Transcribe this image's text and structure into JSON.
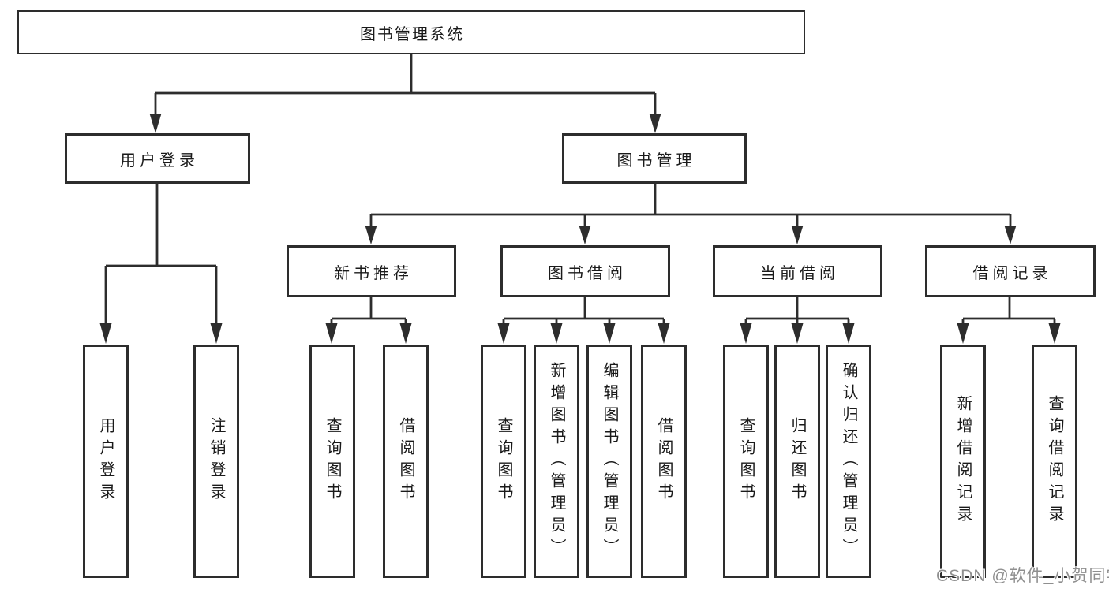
{
  "diagram": {
    "root": {
      "label": "图书管理系统"
    },
    "level2": [
      {
        "label": "用户登录",
        "parent": "图书管理系统"
      },
      {
        "label": "图书管理",
        "parent": "图书管理系统"
      }
    ],
    "level3": [
      {
        "label": "新书推荐",
        "parent": "图书管理"
      },
      {
        "label": "图书借阅",
        "parent": "图书管理"
      },
      {
        "label": "当前借阅",
        "parent": "图书管理"
      },
      {
        "label": "借阅记录",
        "parent": "图书管理"
      }
    ],
    "leaves": [
      {
        "label": "用户登录",
        "parent": "用户登录"
      },
      {
        "label": "注销登录",
        "parent": "用户登录"
      },
      {
        "label": "查询图书",
        "parent": "新书推荐"
      },
      {
        "label": "借阅图书",
        "parent": "新书推荐"
      },
      {
        "label": "查询图书",
        "parent": "图书借阅"
      },
      {
        "label": "新增图书（管理员）",
        "parent": "图书借阅"
      },
      {
        "label": "编辑图书（管理员）",
        "parent": "图书借阅"
      },
      {
        "label": "借阅图书",
        "parent": "图书借阅"
      },
      {
        "label": "查询图书",
        "parent": "当前借阅"
      },
      {
        "label": "归还图书",
        "parent": "当前借阅"
      },
      {
        "label": "确认归还（管理员）",
        "parent": "当前借阅"
      },
      {
        "label": "新增借阅记录",
        "parent": "借阅记录"
      },
      {
        "label": "查询借阅记录",
        "parent": "借阅记录"
      }
    ]
  },
  "watermark": {
    "text": "CSDN @软件_小贺同学"
  },
  "colors": {
    "line": "#2d2d2d",
    "text": "#1a1a1a",
    "watermark_text": "#8f8f8f",
    "background": "#ffffff"
  }
}
